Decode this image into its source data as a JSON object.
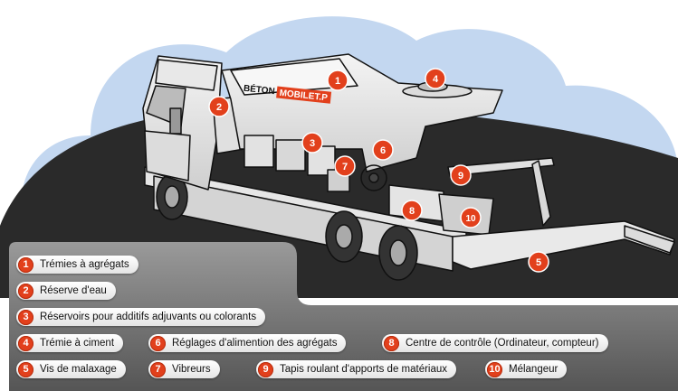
{
  "brand": {
    "line1": "BÉTON",
    "line2": "MOBILE",
    "suffix": "T.P"
  },
  "colors": {
    "accent": "#e2401c",
    "cloud": "#c3d7f0",
    "ground": "#2a2a2a",
    "legend_panel": "#7d7d7d"
  },
  "markers": [
    "1",
    "2",
    "3",
    "4",
    "5",
    "6",
    "7",
    "8",
    "9",
    "10"
  ],
  "legend": [
    {
      "num": "1",
      "label": "Trémies à agrégats"
    },
    {
      "num": "2",
      "label": "Réserve d'eau"
    },
    {
      "num": "3",
      "label": "Réservoirs pour additifs adjuvants ou colorants"
    },
    {
      "num": "4",
      "label": "Trémie à ciment"
    },
    {
      "num": "5",
      "label": "Vis de malaxage"
    },
    {
      "num": "6",
      "label": "Réglages d'alimention des agrégats"
    },
    {
      "num": "7",
      "label": "Vibreurs"
    },
    {
      "num": "8",
      "label": "Centre de contrôle (Ordinateur, compteur)"
    },
    {
      "num": "9",
      "label": "Tapis roulant d'apports de matériaux"
    },
    {
      "num": "10",
      "label": "Mélangeur"
    }
  ]
}
